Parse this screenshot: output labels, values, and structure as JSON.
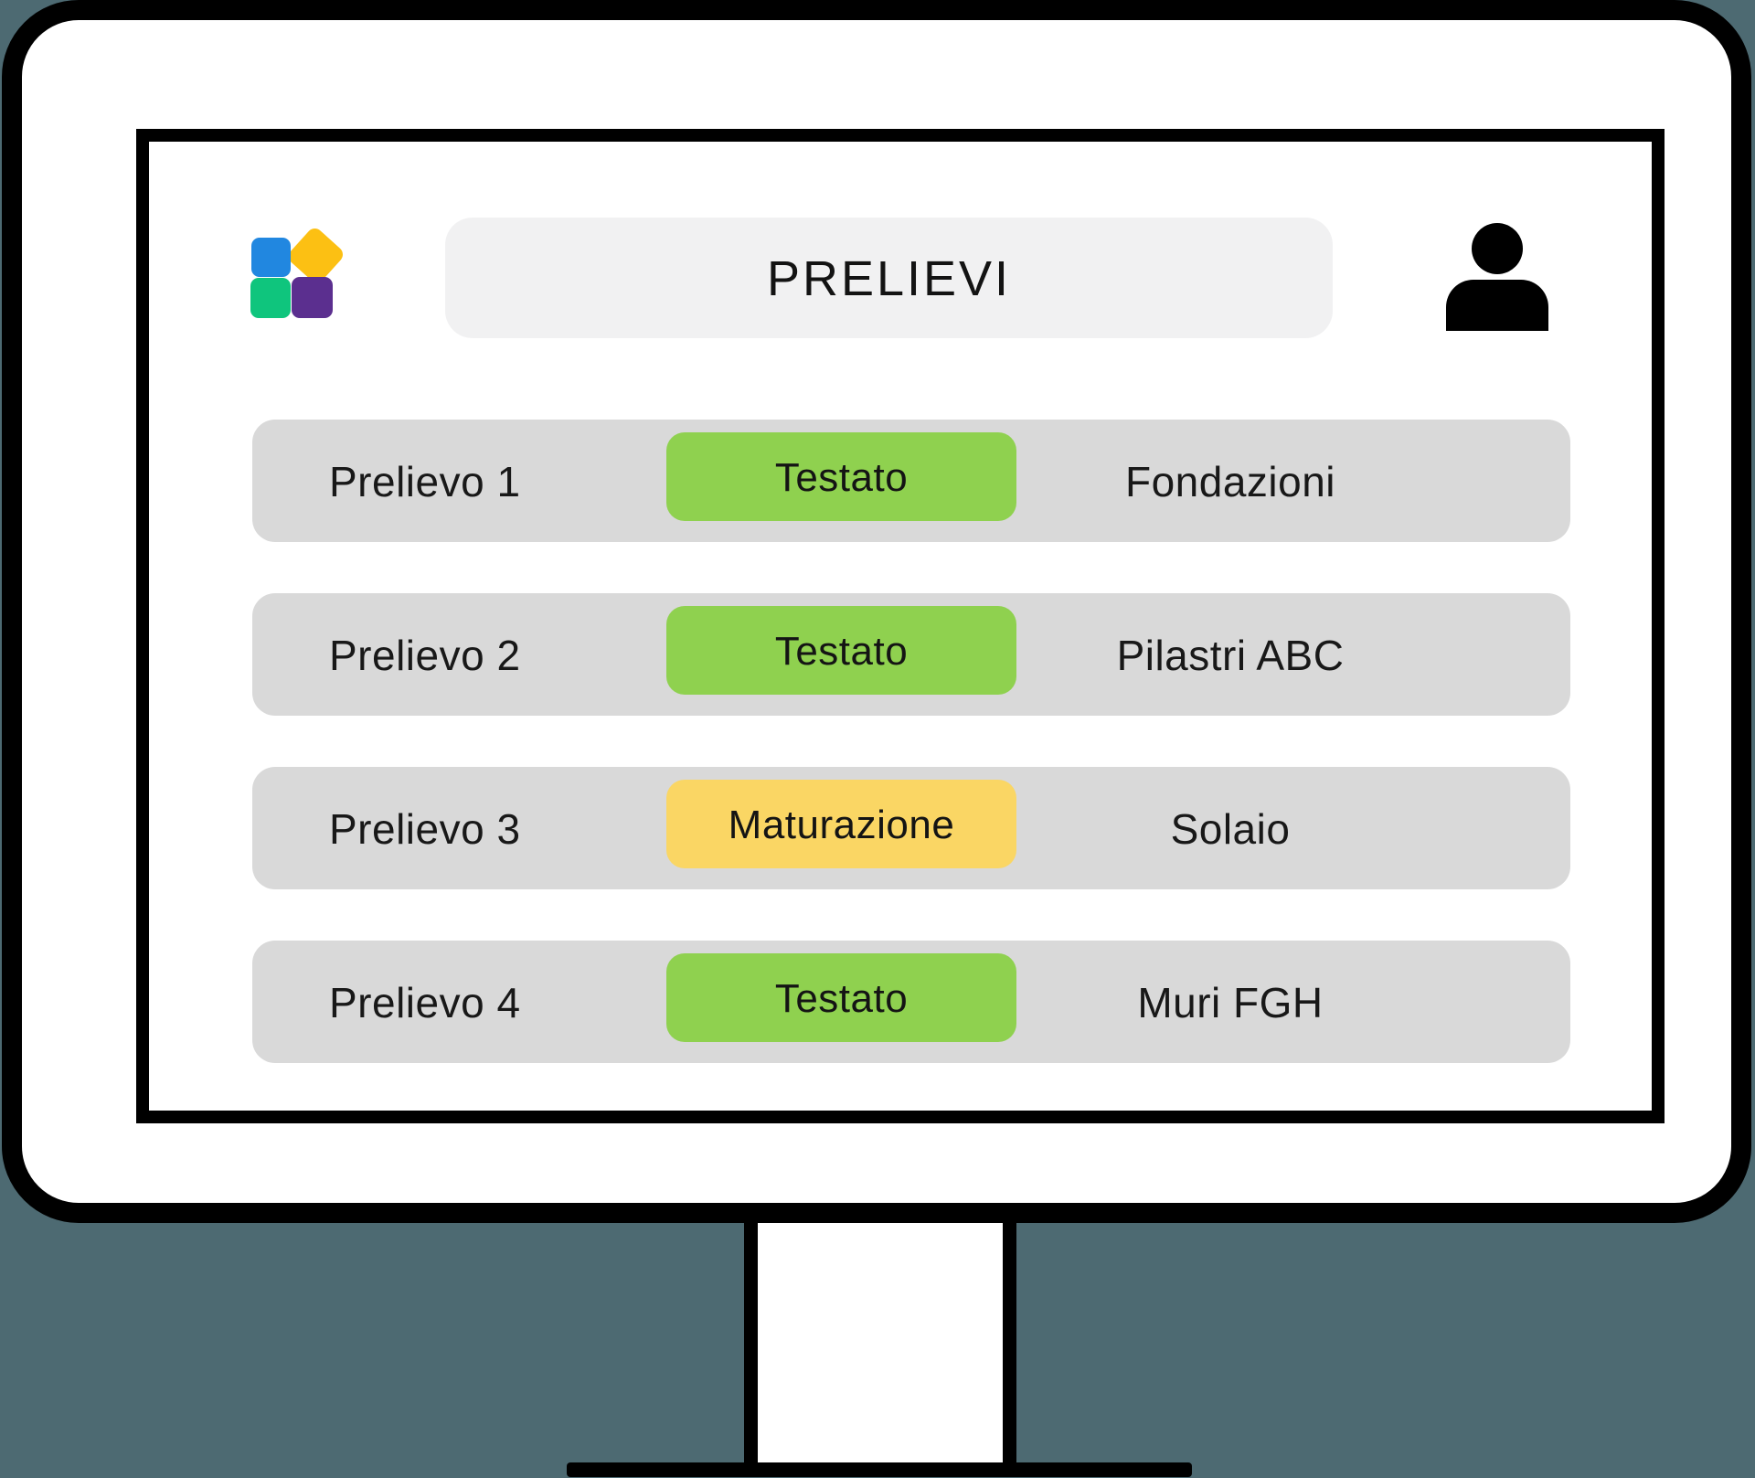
{
  "app": {
    "title": "PRELIEVI"
  },
  "icons": {
    "logo": "app-logo-four-squares",
    "user": "user-profile-silhouette"
  },
  "logo": {
    "colors": {
      "blue": "#2187e0",
      "yellow": "#fcc013",
      "green": "#0fc57d",
      "purple": "#5b2f8f"
    }
  },
  "rows": [
    {
      "name": "Prelievo 1",
      "status": "Testato",
      "status_color": "#8fd14f",
      "location": "Fondazioni"
    },
    {
      "name": "Prelievo 2",
      "status": "Testato",
      "status_color": "#8fd14f",
      "location": "Pilastri ABC"
    },
    {
      "name": "Prelievo 3",
      "status": "Maturazione",
      "status_color": "#fad664",
      "location": "Solaio"
    },
    {
      "name": "Prelievo 4",
      "status": "Testato",
      "status_color": "#8fd14f",
      "location": "Muri FGH"
    }
  ],
  "colors": {
    "background": "#4d6a72",
    "monitor_body": "#ffffff",
    "outline": "#000000",
    "row_background": "#d9d9d9",
    "title_background": "#f1f1f2",
    "status_tested": "#8fd14f",
    "status_curing": "#fad664"
  }
}
